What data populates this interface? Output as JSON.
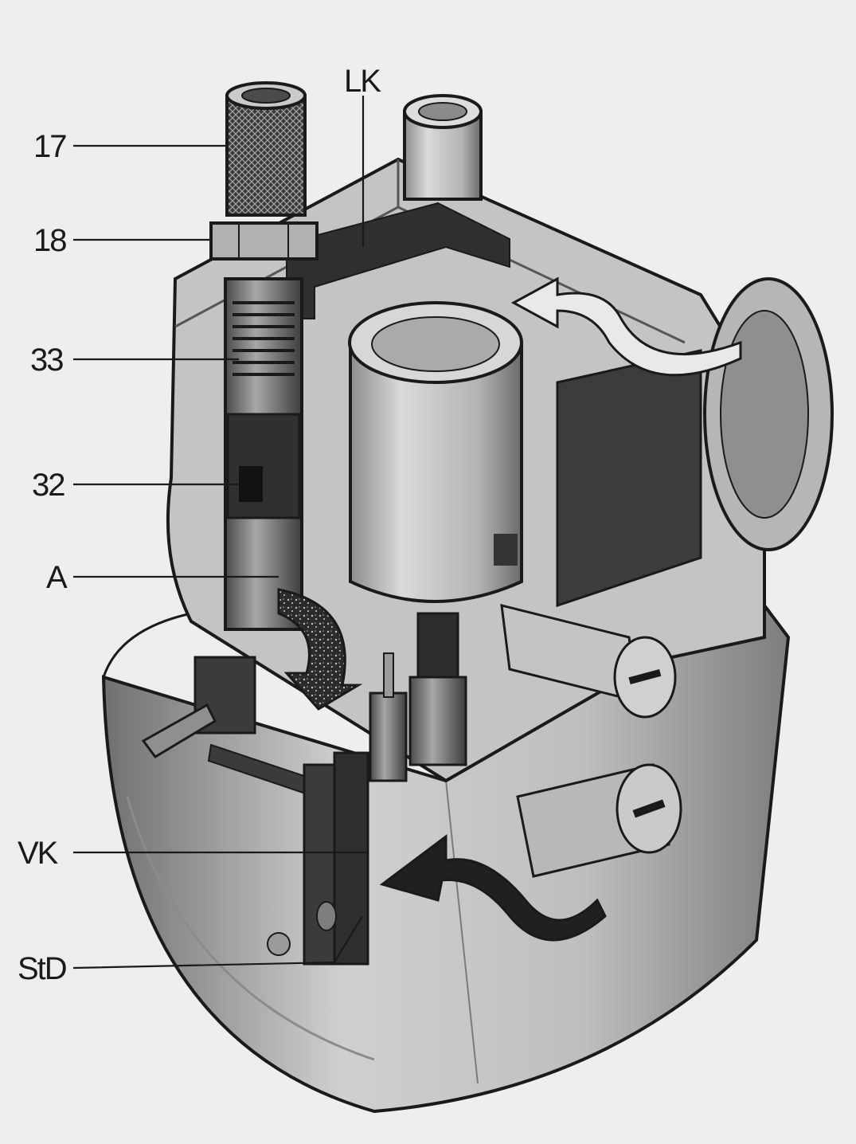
{
  "labels": {
    "lk": "LK",
    "n17": "17",
    "n18": "18",
    "n33": "33",
    "n32": "32",
    "a": "A",
    "vk": "VK",
    "std": "StD"
  },
  "colors": {
    "paper": "#ecefee",
    "ink": "#1a1a1a",
    "body_light": "#c9cbcb",
    "body_mid": "#9a9c9c",
    "body_dark": "#555757",
    "channel_dark": "#2e2f2f"
  }
}
